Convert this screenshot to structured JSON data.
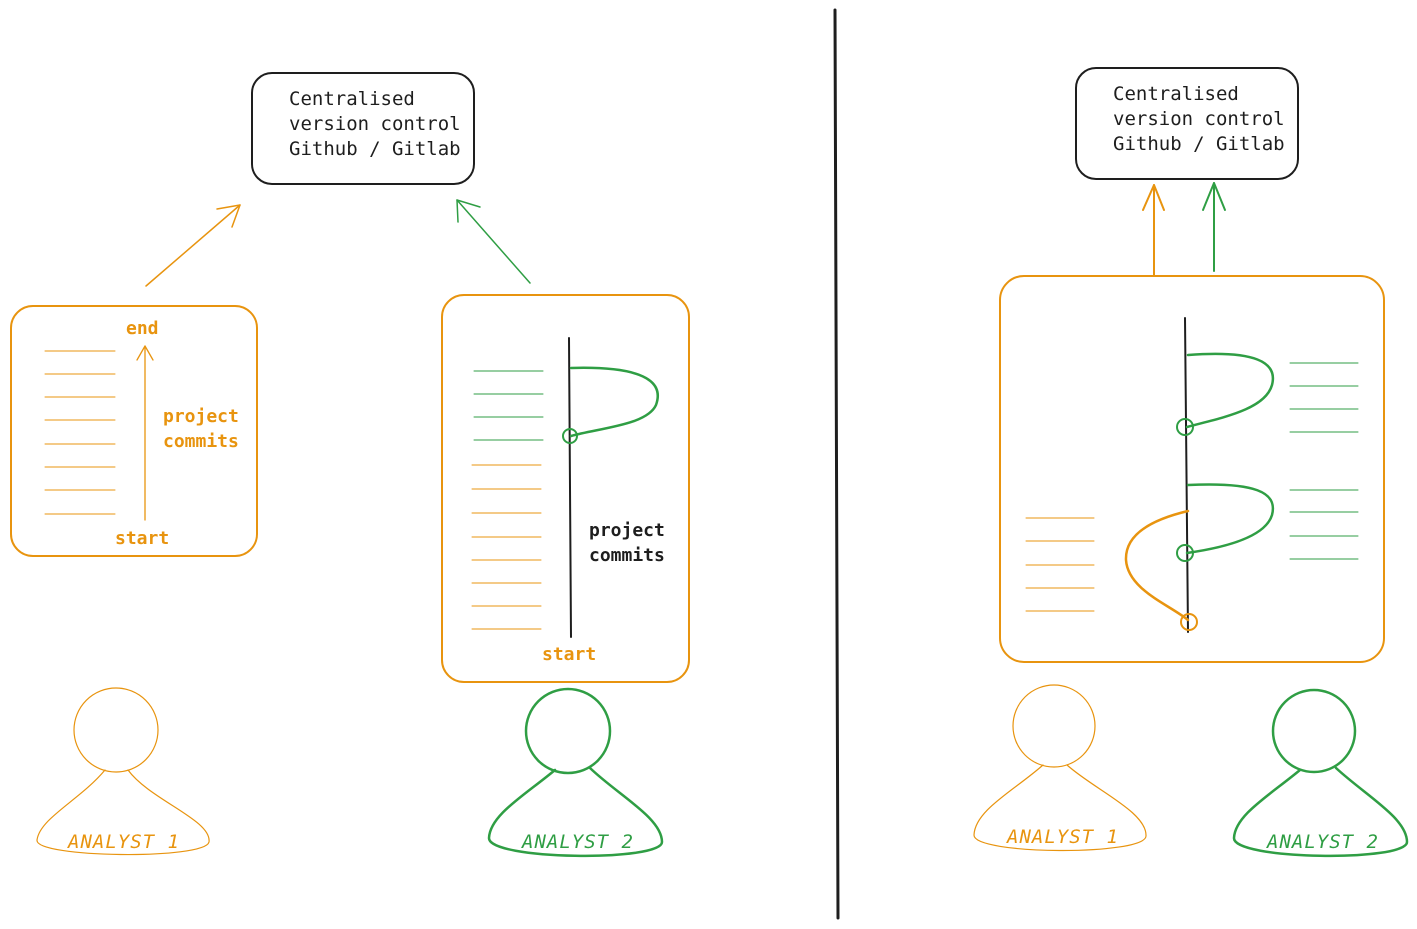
{
  "left": {
    "vcs_lines": [
      "Centralised",
      "version control",
      "Github / Gitlab"
    ],
    "box1": {
      "end": "end",
      "commits": [
        "project",
        "commits"
      ],
      "start": "start"
    },
    "box2": {
      "commits": [
        "project",
        "commits"
      ],
      "start": "start"
    },
    "analyst1": "ANALYST 1",
    "analyst2": "ANALYST 2"
  },
  "right": {
    "vcs_lines": [
      "Centralised",
      "version control",
      "Github / Gitlab"
    ],
    "analyst1": "ANALYST 1",
    "analyst2": "ANALYST 2"
  },
  "colors": {
    "analyst1": "#e8940f",
    "analyst2": "#2f9e44",
    "ink": "#1e1e1e"
  }
}
